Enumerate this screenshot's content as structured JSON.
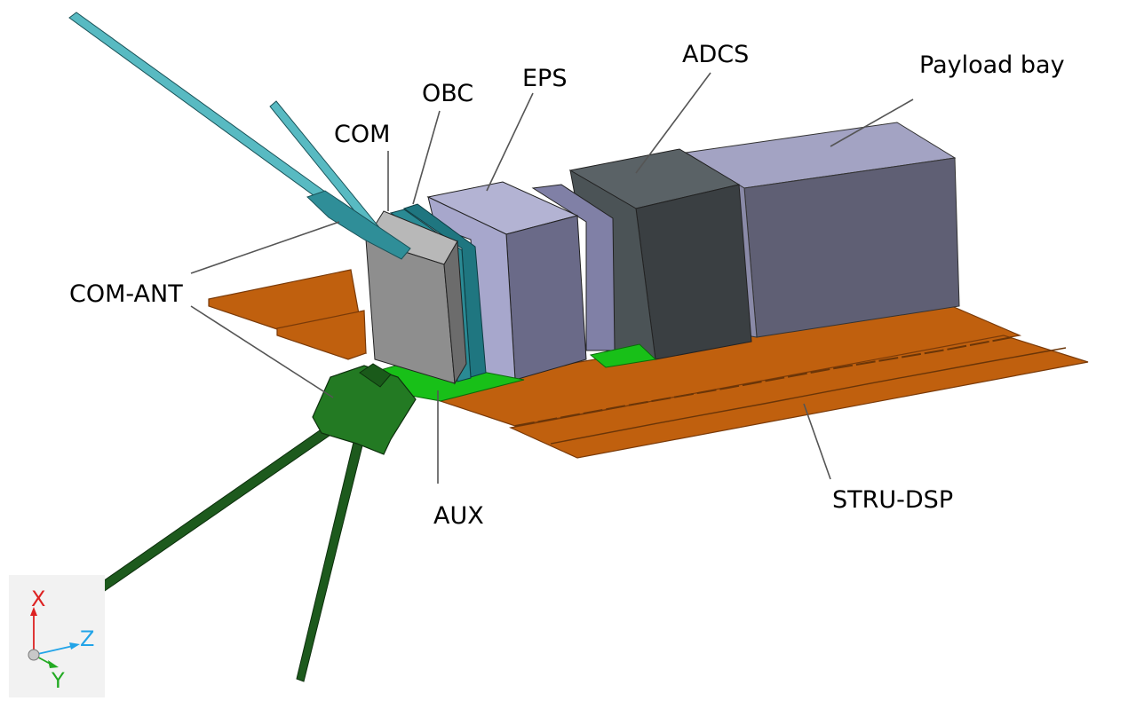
{
  "labels": {
    "payload": "Payload bay",
    "adcs": "ADCS",
    "eps": "EPS",
    "obc": "OBC",
    "com": "COM",
    "com_ant": "COM-ANT",
    "aux": "AUX",
    "stru_dsp": "STRU-DSP"
  },
  "triad": {
    "x": "X",
    "y": "Y",
    "z": "Z"
  },
  "colors": {
    "panel": "#c0600e",
    "payload": "#9c9cbd",
    "adcs": "#4b5356",
    "eps": "#a7a7cc",
    "com": "#8e8e8e",
    "board_teal": "#1f7680",
    "aux_green": "#18c018",
    "ant_top": "#58bac2",
    "ant_bottom": "#1d5a1d",
    "axis_x": "#dd2222",
    "axis_y": "#22aa22",
    "axis_z": "#22a4e8"
  }
}
